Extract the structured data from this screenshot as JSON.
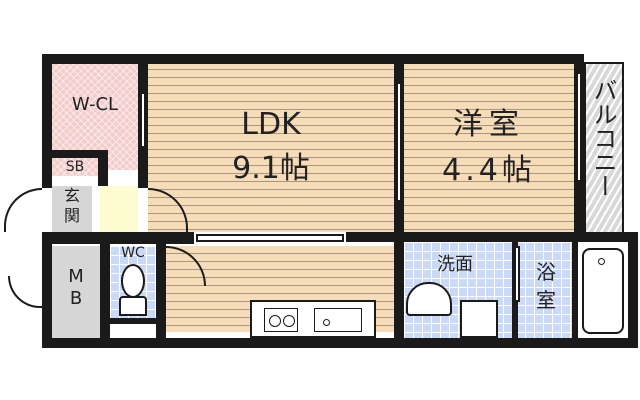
{
  "floor_plan": {
    "rooms": {
      "wcl": {
        "label": "W-CL"
      },
      "sb": {
        "label": "SB"
      },
      "genkan": {
        "label_line1": "玄",
        "label_line2": "関"
      },
      "mb": {
        "label_line1": "M",
        "label_line2": "B"
      },
      "wc": {
        "label": "WC"
      },
      "ldk": {
        "label": "LDK",
        "size": "9.1帖"
      },
      "yoshitsu": {
        "label": "洋室",
        "size": "4.4帖"
      },
      "balcony": {
        "label": "バルコニー"
      },
      "senmen": {
        "label": "洗面"
      },
      "yokushitsu": {
        "label_line1": "浴",
        "label_line2": "室"
      }
    },
    "colors": {
      "wall": "#1a1a1a",
      "wood_floor": "#f7dcb8",
      "closet": "#f4cccc",
      "tile": "#c9d9f7",
      "storage": "#d6d6d6",
      "entry": "#fdfcd0"
    }
  }
}
